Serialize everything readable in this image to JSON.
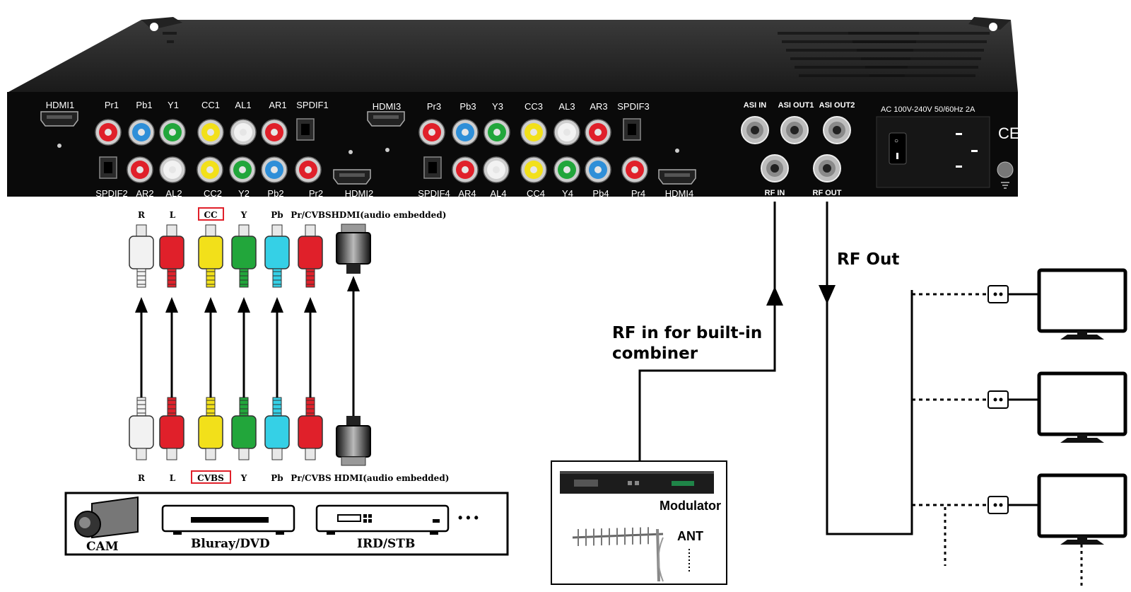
{
  "panel": {
    "top_labels_left": [
      "HDMI1",
      "Pr1",
      "Pb1",
      "Y1",
      "CC1",
      "AL1",
      "AR1",
      "SPDIF1"
    ],
    "bottom_labels_left": [
      "SPDIF2",
      "AR2",
      "AL2",
      "CC2",
      "Y2",
      "Pb2",
      "Pr2",
      "HDMI2"
    ],
    "top_labels_mid": [
      "HDMI3",
      "Pr3",
      "Pb3",
      "Y3",
      "CC3",
      "AL3",
      "AR3",
      "SPDIF3"
    ],
    "bottom_labels_mid": [
      "SPDIF4",
      "AR4",
      "AL4",
      "CC4",
      "Y4",
      "Pb4",
      "Pr4",
      "HDMI4"
    ],
    "asi_labels": [
      "ASI IN",
      "ASI OUT1",
      "ASI OUT2"
    ],
    "rf_labels": [
      "RF IN",
      "RF OUT"
    ],
    "power_label": "AC  100V-240V  50/60Hz  2A",
    "ce_mark": "CE",
    "colors": {
      "red": "#e0202a",
      "blue": "#2f8fd8",
      "green": "#22a63b",
      "yellow": "#f2e01a",
      "white": "#f2f2f2",
      "cyan": "#35d0e6"
    }
  },
  "cables": {
    "top_labels": [
      "R",
      "L",
      "CC",
      "Y",
      "Pb",
      "Pr/CVBS",
      "HDMI(audio embedded)"
    ],
    "bottom_labels": [
      "R",
      "L",
      "CVBS",
      "Y",
      "Pb",
      "Pr/CVBS",
      "HDMI(audio embedded)"
    ],
    "boxed_top": "CC",
    "boxed_bottom": "CVBS"
  },
  "sources": {
    "items": [
      "CAM",
      "Bluray/DVD",
      "IRD/STB"
    ],
    "ellipsis": "• • •"
  },
  "rf": {
    "in_label_line1": "RF in for built-in",
    "in_label_line2": "combiner",
    "out_label": "RF Out",
    "modulator_label": "Modulator",
    "ant_label": "ANT"
  }
}
